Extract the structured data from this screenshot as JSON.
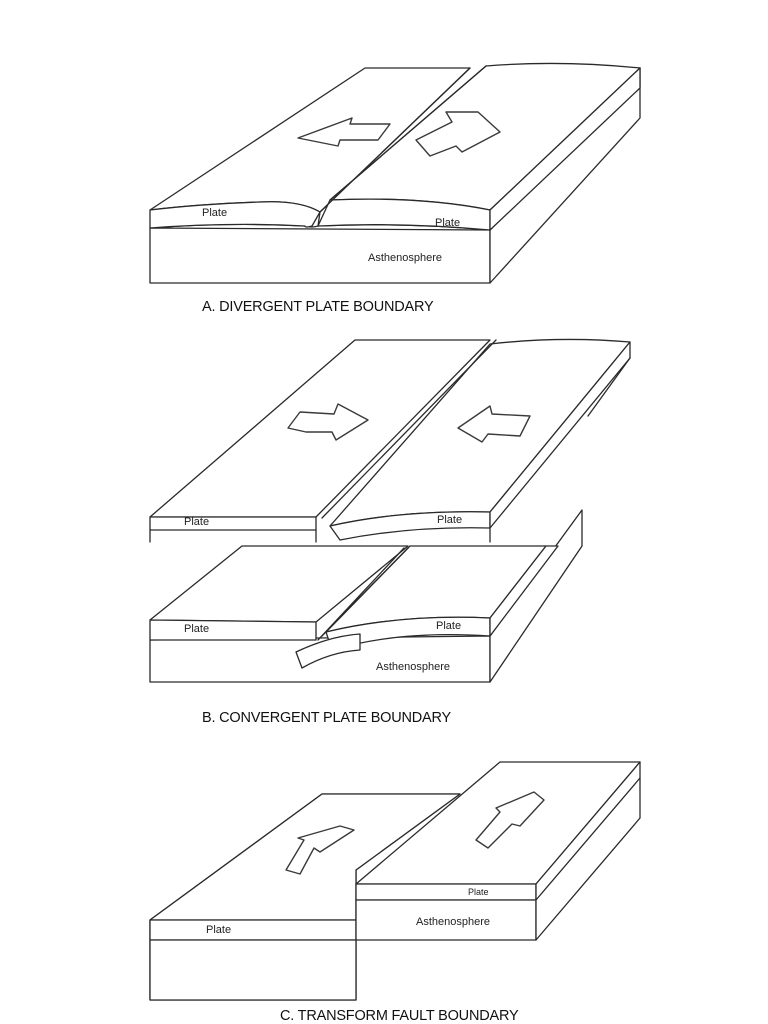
{
  "diagram_a": {
    "caption": "A.  DIVERGENT PLATE BOUNDARY",
    "label_plate_left": "Plate",
    "label_plate_right": "Plate",
    "label_asthenosphere": "Asthenosphere"
  },
  "diagram_b": {
    "caption": "B.  CONVERGENT PLATE BOUNDARY",
    "label_plate_left_top": "Plate",
    "label_plate_right_top": "Plate",
    "label_plate_left_bottom": "Plate",
    "label_plate_right_bottom": "Plate",
    "label_asthenosphere": "Asthenosphere"
  },
  "diagram_c": {
    "caption": "C.  TRANSFORM FAULT BOUNDARY",
    "label_plate_right": "Plate",
    "label_asthenosphere": "Asthenosphere",
    "label_plate_left": "Plate"
  }
}
